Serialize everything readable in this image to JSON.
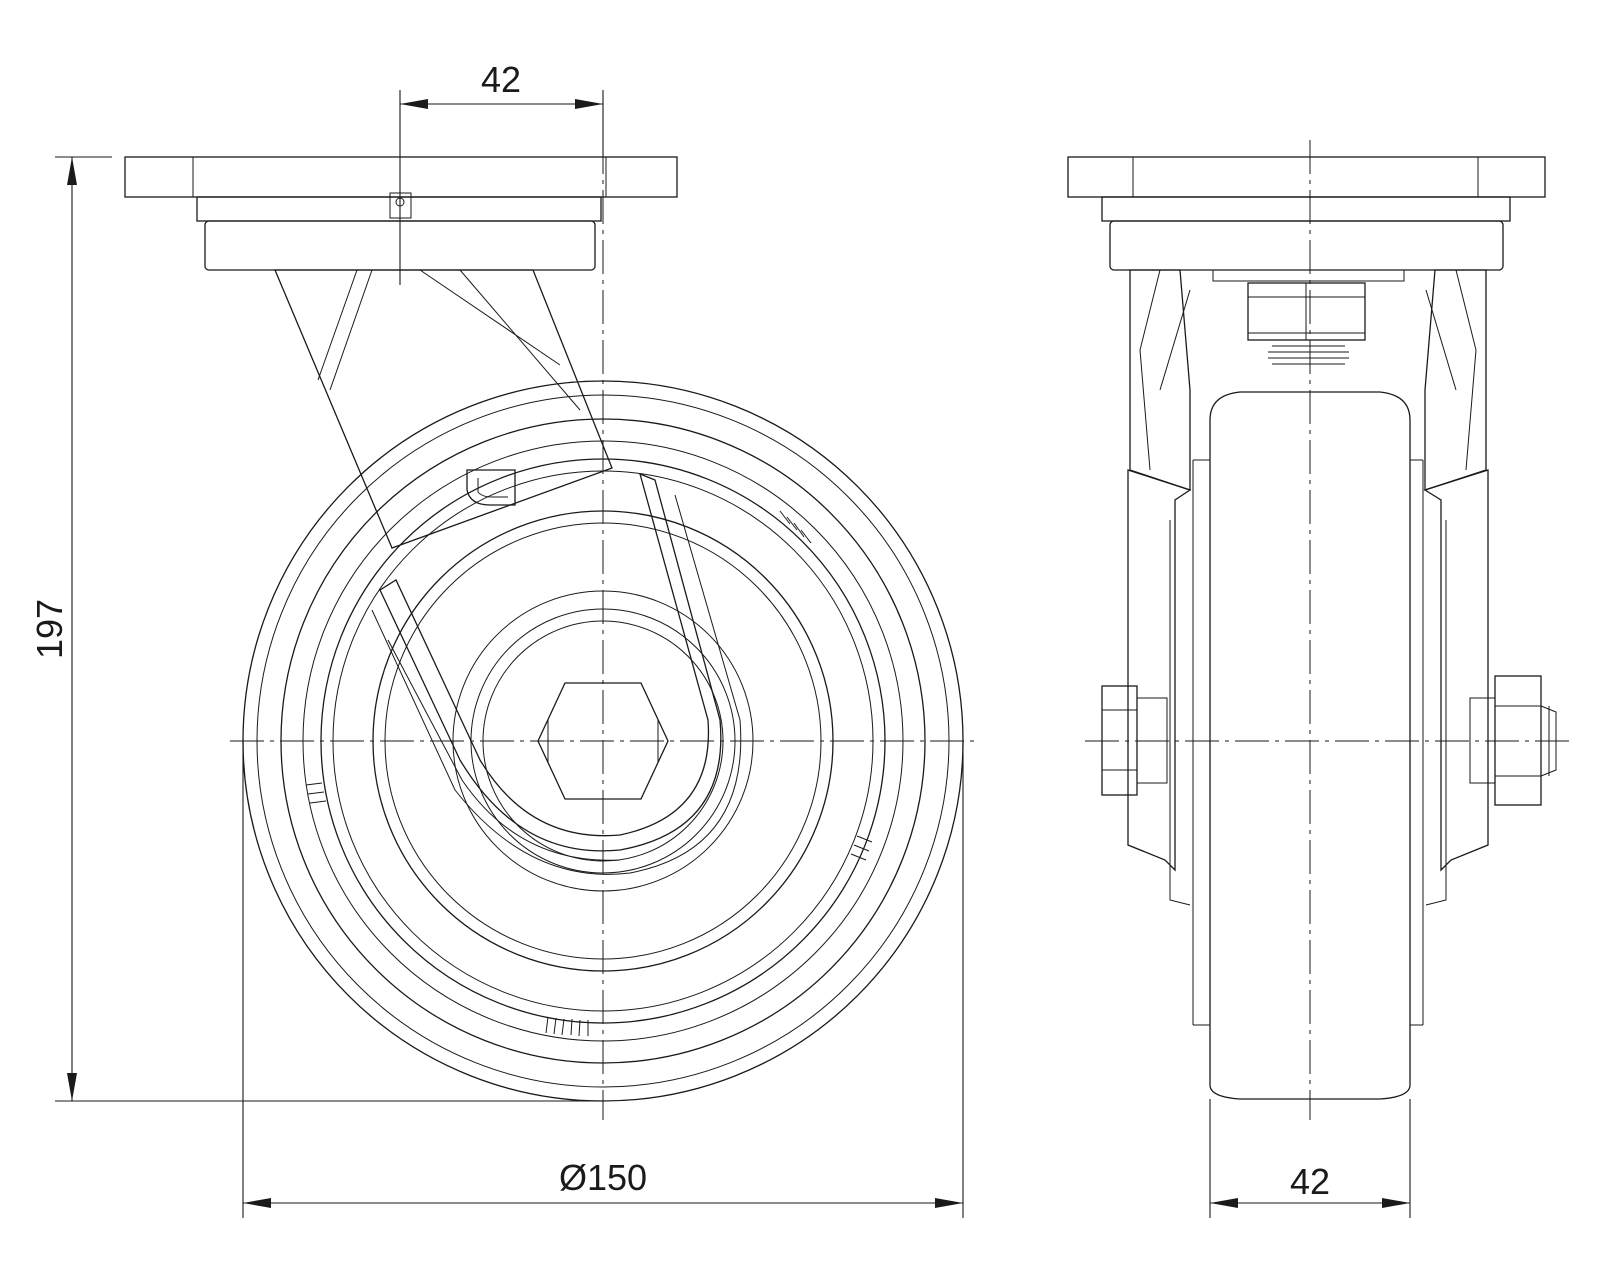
{
  "dimensions": {
    "top_offset": "42",
    "total_height": "197",
    "wheel_diameter": "Ø150",
    "wheel_width": "42"
  }
}
